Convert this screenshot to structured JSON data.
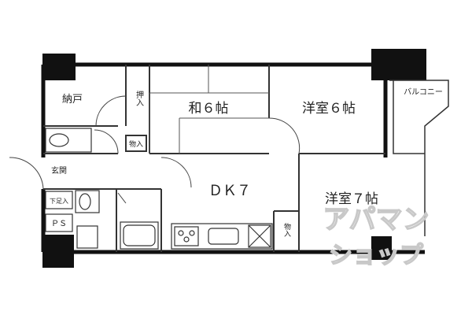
{
  "labels": {
    "storage": "納戸",
    "oshiire": "押入",
    "washitsu": "和６帖",
    "yoshitsu6": "洋室６帖",
    "balcony": "バルコニー",
    "monoire_top": "物入",
    "genkan": "玄関",
    "shoes": "下足入",
    "ps": "ＰＳ",
    "dk": "ＤＫ７",
    "yoshitsu7": "洋室７帖",
    "monoire_bottom": "物入"
  },
  "watermark": {
    "line1": "アパマン",
    "line2": "ショップ"
  },
  "colors": {
    "wall": "#111111",
    "line": "#333333",
    "watermark": "#c8c8c8"
  }
}
